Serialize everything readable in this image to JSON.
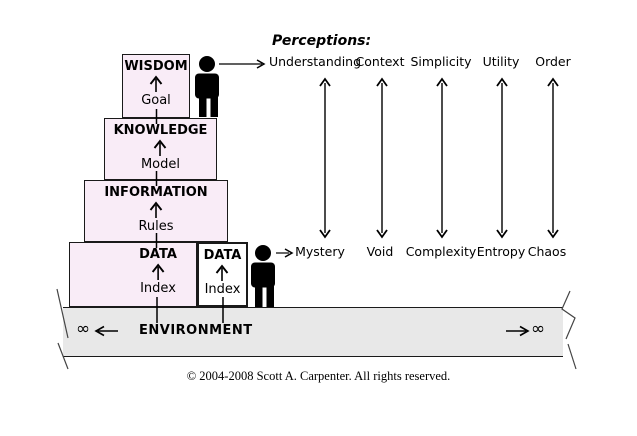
{
  "stack": [
    {
      "title": "WISDOM",
      "label": "Goal"
    },
    {
      "title": "KNOWLEDGE",
      "label": "Model"
    },
    {
      "title": "INFORMATION",
      "label": "Rules"
    },
    {
      "title": "DATA",
      "label": "Index"
    },
    {
      "title": "DATA",
      "label": "Index"
    }
  ],
  "perceptions": {
    "title": "Perceptions:",
    "columns": [
      {
        "top": "Understanding",
        "bottom": "Mystery"
      },
      {
        "top": "Context",
        "bottom": "Void"
      },
      {
        "top": "Simplicity",
        "bottom": "Complexity"
      },
      {
        "top": "Utility",
        "bottom": "Entropy"
      },
      {
        "top": "Order",
        "bottom": "Chaos"
      }
    ]
  },
  "environment": {
    "label": "ENVIRONMENT",
    "infinity_left": "∞",
    "infinity_right": "∞"
  },
  "footer": {
    "copyright": "© 2004-2008 Scott A. Carpenter. All rights reserved."
  },
  "colors": {
    "box_fill": "#f9ecf7",
    "secondary_box_fill": "#ffffff",
    "environment_fill": "#e8e8e8",
    "ink": "#000000"
  }
}
